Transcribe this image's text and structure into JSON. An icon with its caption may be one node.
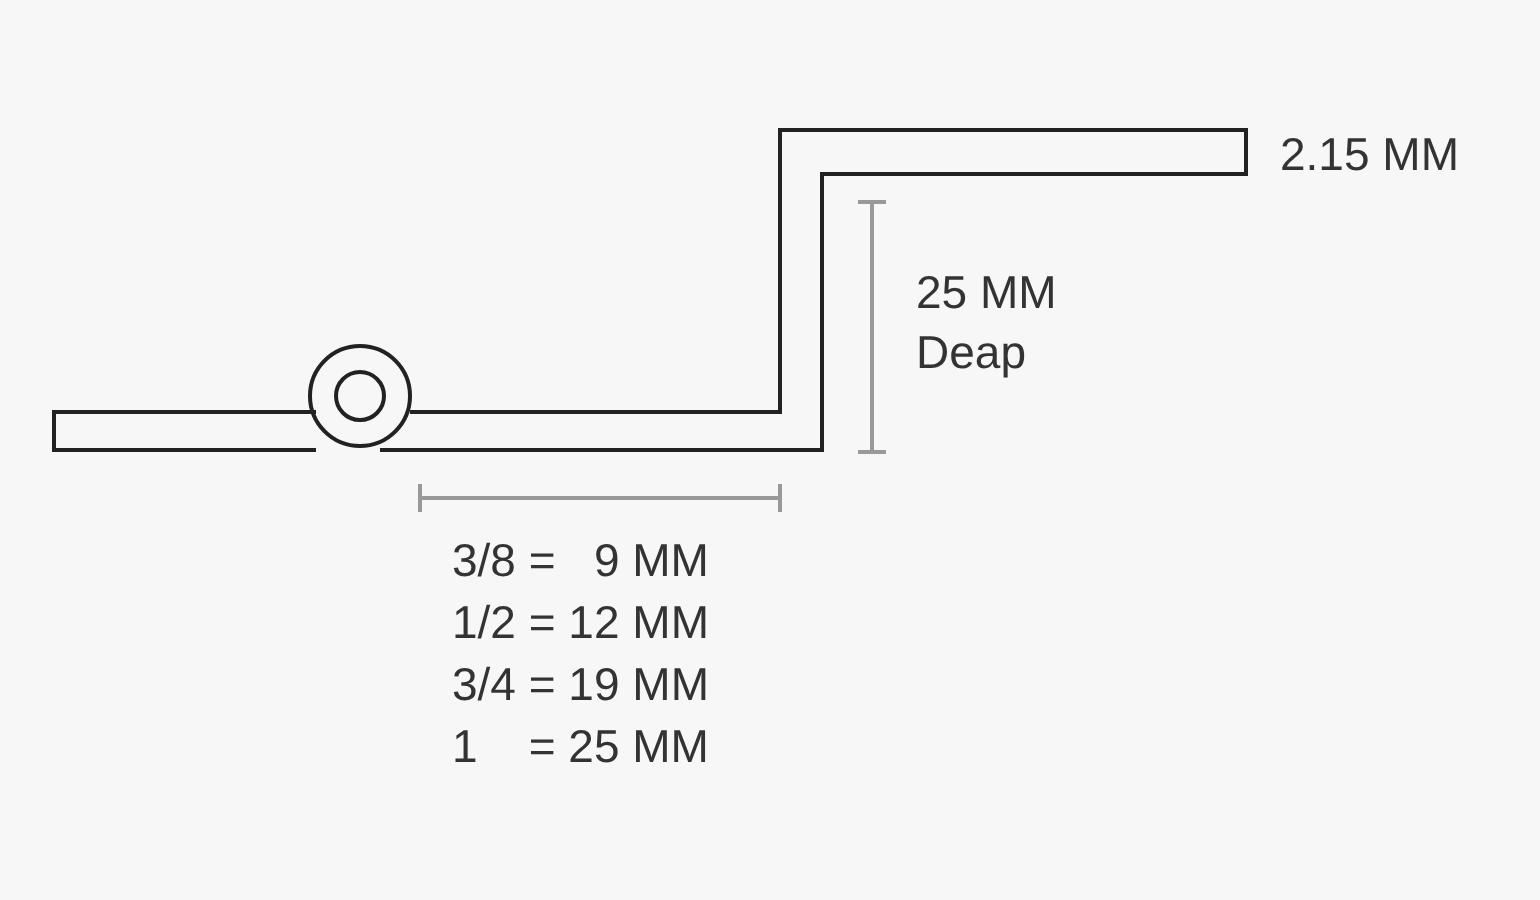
{
  "diagram": {
    "labels": [
      "2.15 MM",
      "25 MM Deap",
      "3/8 =   9 MM",
      "1/2 = 12 MM",
      "3/4 = 19 MM",
      "1    = 25 MM"
    ]
  }
}
